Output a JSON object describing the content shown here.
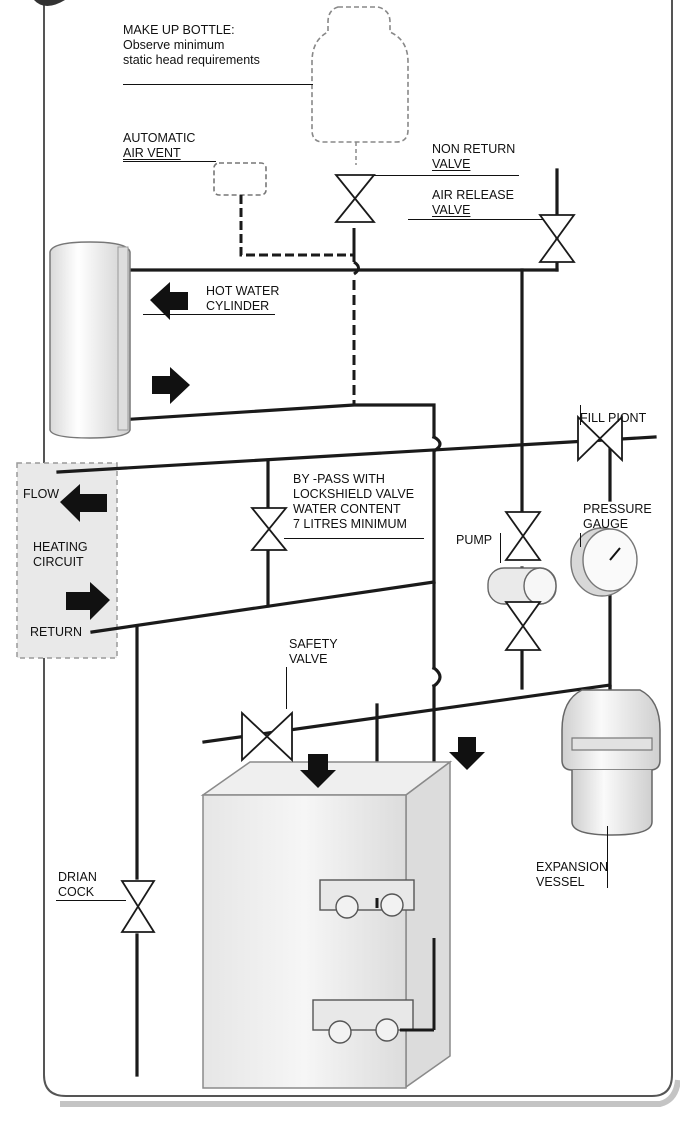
{
  "labels": {
    "make_up_bottle": {
      "title": "MAKE UP BOTTLE:",
      "line2": "Observe minimum",
      "line3": "static head requirements"
    },
    "automatic_air_vent": {
      "line1": "AUTOMATIC",
      "line2": "AIR VENT"
    },
    "non_return_valve": {
      "line1": "NON RETURN",
      "line2": "VALVE"
    },
    "air_release_valve": {
      "line1": "AIR RELEASE",
      "line2": "VALVE"
    },
    "hot_water_cylinder": {
      "line1": "HOT WATER",
      "line2": "CYLINDER"
    },
    "fill_point": "FILL PIONT",
    "pressure_gauge": {
      "line1": "PRESSURE",
      "line2": "GAUGE"
    },
    "flow": "FLOW",
    "heating_circuit": {
      "line1": "HEATING",
      "line2": "CIRCUIT"
    },
    "return": "RETURN",
    "bypass": {
      "line1": "BY -PASS WITH",
      "line2": "LOCKSHIELD VALVE",
      "line3": "WATER CONTENT",
      "line4": "7 LITRES MINIMUM"
    },
    "pump": "PUMP",
    "safety_valve": {
      "line1": "SAFETY",
      "line2": "VALVE"
    },
    "expansion_vessel": {
      "line1": "EXPANSION",
      "line2": "VESSEL"
    },
    "drain_cock": {
      "line1": "DRIAN",
      "line2": "COCK"
    }
  },
  "colors": {
    "pipe": "#1a1a1a",
    "component_fill": "#eeeeee",
    "panel_fill": "#e9e9e9",
    "arrow": "#111111"
  }
}
